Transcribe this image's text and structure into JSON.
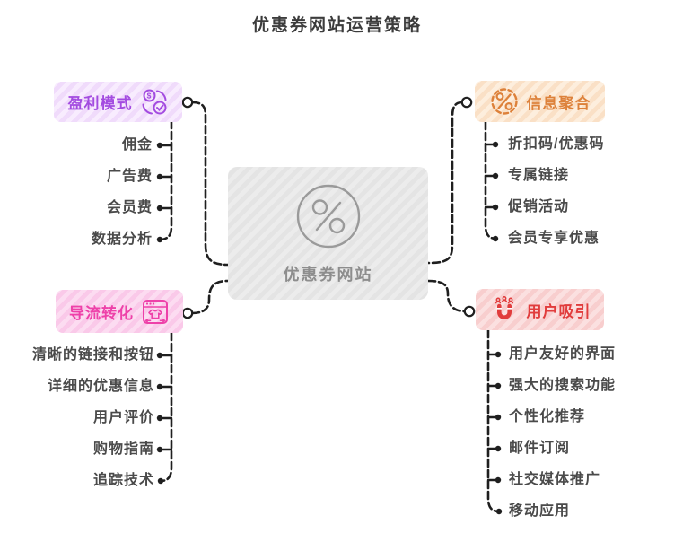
{
  "title": "优惠券网站运营策略",
  "root": {
    "label": "优惠券网站",
    "icon": "percent-badge-icon"
  },
  "colors": {
    "line": "#1f1f1f",
    "profit_accent": "#a34be0",
    "info_accent": "#dd813a",
    "traffic_accent": "#ee41a9",
    "attract_accent": "#e13d3d",
    "root_gray": "#8d8d8d"
  },
  "branches": [
    {
      "id": "profit",
      "label": "盈利模式",
      "icon": "money-cycle-icon",
      "color": "#a34be0",
      "children": [
        "佣金",
        "广告费",
        "会员费",
        "数据分析"
      ]
    },
    {
      "id": "info",
      "label": "信息聚合",
      "icon": "percent-circle-icon",
      "color": "#dd813a",
      "children": [
        "折扣码/优惠码",
        "专属链接",
        "促销活动",
        "会员专享优惠"
      ]
    },
    {
      "id": "traffic",
      "label": "导流转化",
      "icon": "storefront-window-icon",
      "color": "#ee41a9",
      "children": [
        "清晰的链接和按钮",
        "详细的优惠信息",
        "用户评价",
        "购物指南",
        "追踪技术"
      ]
    },
    {
      "id": "attract",
      "label": "用户吸引",
      "icon": "magnet-users-icon",
      "color": "#e13d3d",
      "children": [
        "用户友好的界面",
        "强大的搜索功能",
        "个性化推荐",
        "邮件订阅",
        "社交媒体推广",
        "移动应用"
      ]
    }
  ]
}
